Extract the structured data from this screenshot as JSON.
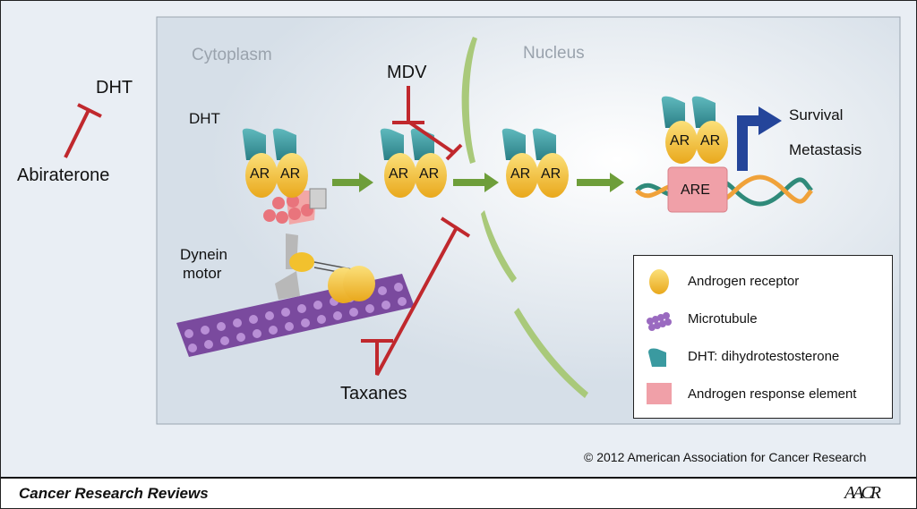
{
  "labels": {
    "cytoplasm": "Cytoplasm",
    "nucleus": "Nucleus",
    "dht_left": "DHT",
    "abiraterone": "Abiraterone",
    "dht_cyto": "DHT",
    "dynein_line1": "Dynein",
    "dynein_line2": "motor",
    "mdv": "MDV",
    "taxanes": "Taxanes",
    "ar": "AR",
    "are": "ARE",
    "survival": "Survival",
    "metastasis": "Metastasis"
  },
  "legend": {
    "items": [
      {
        "label": "Androgen receptor",
        "icon": "androgen-receptor-icon"
      },
      {
        "label": "Microtubule",
        "icon": "microtubule-icon"
      },
      {
        "label": "DHT: dihydrotestosterone",
        "icon": "dht-icon"
      },
      {
        "label": "Androgen response element",
        "icon": "are-icon"
      }
    ]
  },
  "copyright": "© 2012  American Association for Cancer Research",
  "footer": {
    "journal": "Cancer Research Reviews",
    "logo_text": "AACR"
  },
  "colors": {
    "background": "#e9eef4",
    "inhibitor_red": "#c0282d",
    "arrow_green": "#6e9e3a",
    "ar_yellow": "#f2c12e",
    "dht_teal": "#3a9aa0",
    "microtubule_purple": "#8a5aae",
    "are_pink": "#f0a0a8",
    "nuclear_membrane": "#a9c97a",
    "transcription_arrow": "#24459a"
  }
}
